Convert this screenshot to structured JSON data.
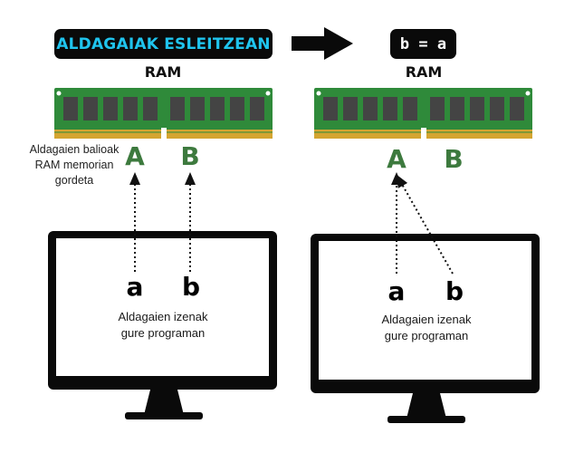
{
  "header": {
    "title": "ALDAGAIAK ESLEITZEAN",
    "code": "b = a"
  },
  "ram_label": "RAM",
  "note": [
    "Aldagaien balioak",
    "RAM memorian",
    "gordeta"
  ],
  "memory_cells": [
    "A",
    "B"
  ],
  "variables": [
    "a",
    "b"
  ],
  "caption": [
    "Aldagaien izenak",
    "gure programan"
  ],
  "colors": {
    "title_text": "#1fc4ee",
    "pill_bg": "#0a0a0a",
    "memory_letter": "#3d7a3e",
    "ram_board": "#2f8a3a",
    "ram_chip": "#3a3a3a",
    "ram_contacts": "#d4a531",
    "monitor": "#0a0a0a"
  }
}
